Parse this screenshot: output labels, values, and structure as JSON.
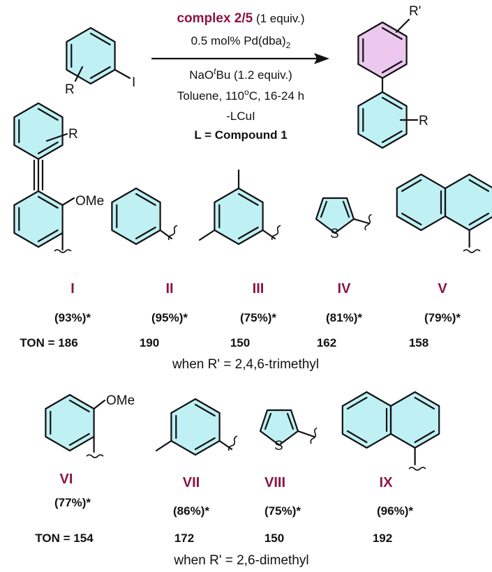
{
  "reaction": {
    "cond_line1_accent": "complex 2/5",
    "cond_line1_rest": " (1 equiv.)",
    "cond_line2_main": "0.5 mol% Pd(dba)",
    "cond_line2_sub": "2",
    "cond_line3_a": "NaO",
    "cond_line3_sup": "t",
    "cond_line3_b": "Bu (1.2 equiv.)",
    "cond_line4_a": "Toluene, 110",
    "cond_line4_sup": "o",
    "cond_line4_b": "C, 16-24 h",
    "cond_line5": "-LCuI",
    "cond_line6": "L = Compound 1"
  },
  "atoms": {
    "R": "R",
    "Rprime": "R'",
    "I": "I",
    "OMe": "OMe",
    "S": "S"
  },
  "colors": {
    "accent": "#8a1446",
    "ring_cyan": "#bff0f4",
    "ring_pink": "#ecc8ee"
  },
  "row1": {
    "compounds": [
      {
        "label": "I",
        "yield": "(93%)*",
        "ton": "TON = 186"
      },
      {
        "label": "II",
        "yield": "(95%)*",
        "ton": "190"
      },
      {
        "label": "III",
        "yield": "(75%)*",
        "ton": "150"
      },
      {
        "label": "IV",
        "yield": "(81%)*",
        "ton": "162"
      },
      {
        "label": "V",
        "yield": "(79%)*",
        "ton": "158"
      }
    ],
    "note": "when R' = 2,4,6-trimethyl"
  },
  "row2": {
    "compounds": [
      {
        "label": "VI",
        "yield": "(77%)*",
        "ton": "TON = 154"
      },
      {
        "label": "VII",
        "yield": "(86%)*",
        "ton": "172"
      },
      {
        "label": "VIII",
        "yield": "(75%)*",
        "ton": "150"
      },
      {
        "label": "IX",
        "yield": "(96%)*",
        "ton": "192"
      }
    ],
    "note": "when R' = 2,6-dimethyl"
  }
}
